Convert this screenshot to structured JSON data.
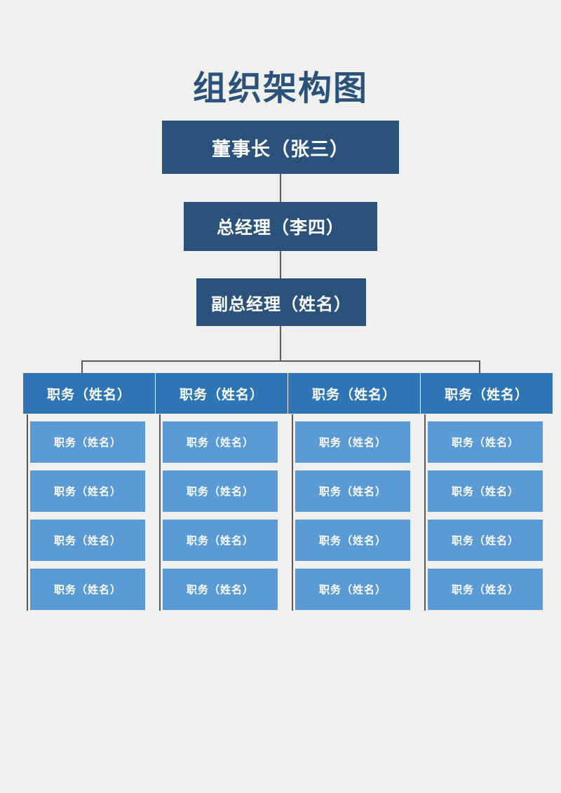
{
  "page": {
    "title": "组织架构图"
  },
  "theme": {
    "bg": "#F0F0EF",
    "dark_blue": "#2A527B",
    "medium_blue": "#2E75B6",
    "light_blue": "#5B9BD5",
    "connector": "#5A5A5A",
    "text_on_blue": "#FFFFFF"
  },
  "chart": {
    "type": "org-chart",
    "title": "组织架构图",
    "hierarchy": [
      {
        "level": 1,
        "label": "董事长（张三）"
      },
      {
        "level": 2,
        "label": "总经理（李四）"
      },
      {
        "level": 3,
        "label": "副总经理（姓名）"
      }
    ],
    "departments": [
      {
        "head": "职务（姓名）",
        "members": [
          "职务（姓名）",
          "职务（姓名）",
          "职务（姓名）",
          "职务（姓名）"
        ]
      },
      {
        "head": "职务（姓名）",
        "members": [
          "职务（姓名）",
          "职务（姓名）",
          "职务（姓名）",
          "职务（姓名）"
        ]
      },
      {
        "head": "职务（姓名）",
        "members": [
          "职务（姓名）",
          "职务（姓名）",
          "职务（姓名）",
          "职务（姓名）"
        ]
      },
      {
        "head": "职务（姓名）",
        "members": [
          "职务（姓名）",
          "职务（姓名）",
          "职务（姓名）",
          "职务（姓名）"
        ]
      }
    ]
  }
}
